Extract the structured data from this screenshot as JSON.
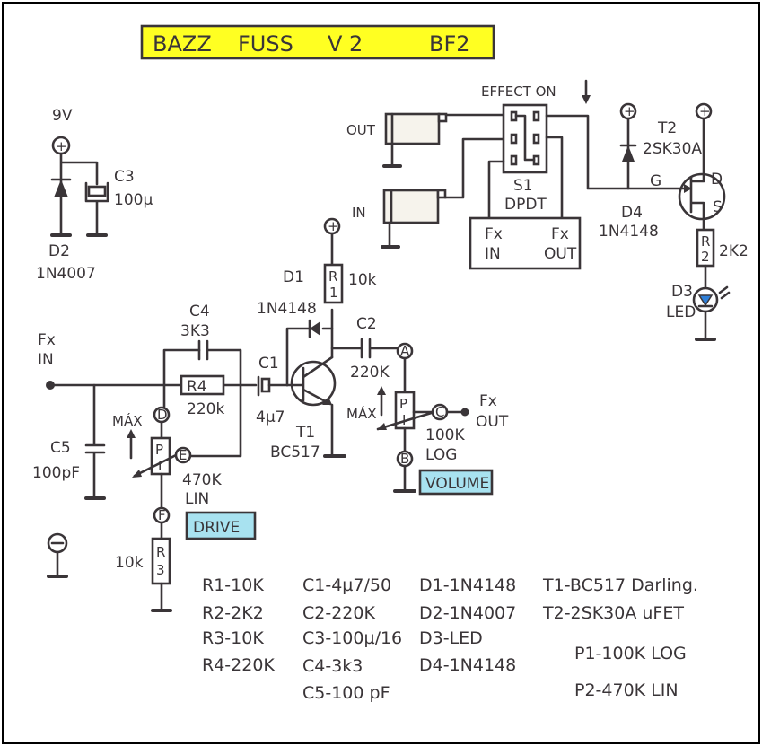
{
  "title": {
    "text": "BAZZ   FUSS   V2   BF2",
    "parts": [
      "BAZZ",
      "FUSS",
      "V 2",
      "BF2"
    ],
    "background_color": "#ffff22"
  },
  "power": {
    "supply_label": "9V",
    "plus_symbol": "+",
    "minus_symbol": "−",
    "d2_label": "D2",
    "d2_value": "1N4007",
    "c3_label": "C3",
    "c3_value": "100µ"
  },
  "switching": {
    "effect_on_label": "EFFECT ON",
    "out_jack_label": "OUT",
    "in_jack_label": "IN",
    "s1_label": "S1",
    "s1_type": "DPDT",
    "fx_in_label": [
      "Fx",
      "IN"
    ],
    "fx_out_label": [
      "Fx",
      "OUT"
    ]
  },
  "indicator": {
    "t2_label": "T2",
    "t2_value": "2SK30A",
    "gate": "G",
    "drain": "D",
    "source": "S",
    "d4_label": "D4",
    "d4_value": "1N4148",
    "r2_letters": [
      "R",
      "2"
    ],
    "r2_value": "2K2",
    "d3_label": "D3",
    "d3_value": "LED",
    "led_color": "#2f7fd8"
  },
  "circuit": {
    "fx_in": [
      "Fx",
      "IN"
    ],
    "fx_out": [
      "Fx",
      "OUT"
    ],
    "c4_label": "C4",
    "c4_value": "3K3",
    "r4_text": "R4",
    "r4_value": "220k",
    "c1_label": "C1",
    "c1_value": "4µ7",
    "d1_label": "D1",
    "d1_value": "1N4148",
    "r1_letters": [
      "R",
      "1"
    ],
    "r1_value": "10k",
    "c2_label": "C2",
    "c2_value": "220K",
    "t1_label": "T1",
    "t1_value": "BC517",
    "c5_label": "C5",
    "c5_value": "100pF",
    "p2_letters": [
      "P",
      "I"
    ],
    "p2_value": "470K",
    "p2_taper": "LIN",
    "p2_max": "MÁX",
    "drive_label": "DRIVE",
    "p1_letters": [
      "P",
      "I"
    ],
    "p1_value": "100K",
    "p1_taper": "LOG",
    "p1_max": "MÁX",
    "volume_label": "VOLUME",
    "r3_letters": [
      "R",
      "3"
    ],
    "r3_value": "10k",
    "nodes": [
      "A",
      "B",
      "C",
      "D",
      "E",
      "F"
    ],
    "label_box_color": "#a8e2f0"
  },
  "bom": {
    "resistors": [
      "R1-10K",
      "R2-2K2",
      "R3-10K",
      "R4-220K"
    ],
    "capacitors": [
      "C1-4µ7/50",
      "C2-220K",
      "C3-100µ/16",
      "C4-3k3",
      "C5-100 pF"
    ],
    "diodes": [
      "D1-1N4148",
      "D2-1N4007",
      "D3-LED",
      "D4-1N4148"
    ],
    "transistors": [
      "T1-BC517 Darling.",
      "T2-2SK30A uFET"
    ],
    "pots": [
      "P1-100K LOG",
      "P2-470K LIN"
    ]
  }
}
